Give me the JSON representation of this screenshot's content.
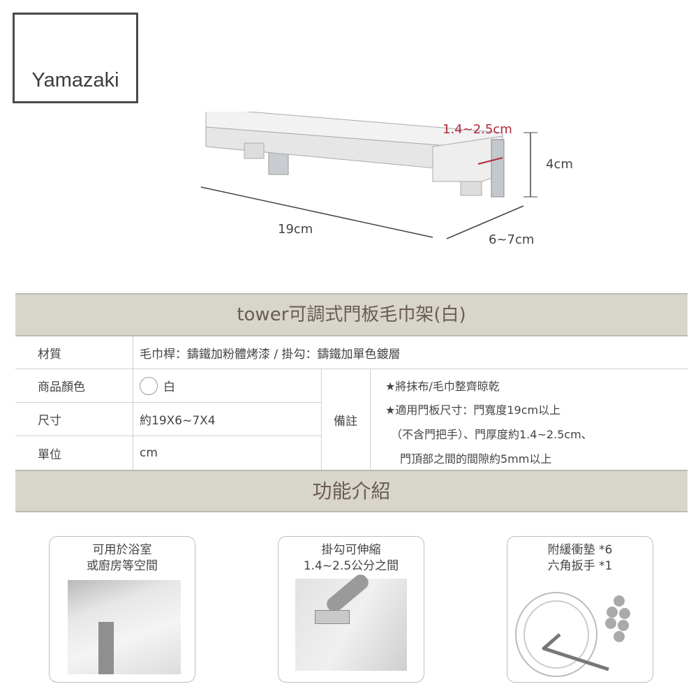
{
  "brand": "Yamazaki",
  "diagram": {
    "depth_label": "1.4~2.5cm",
    "height_label": "4cm",
    "width_label": "19cm",
    "length_label": "6~7cm",
    "accent_color": "#b0283a"
  },
  "product_title": "tower可調式門板毛巾架(白)",
  "specs": [
    {
      "label": "材質",
      "value": "毛巾桿：鑄鐵加粉體烤漆 / 掛勾：鑄鐵加單色鍍層"
    },
    {
      "label": "商品顏色",
      "value": "白"
    },
    {
      "label": "尺寸",
      "value": "約19X6~7X4"
    },
    {
      "label": "單位",
      "value": "cm"
    }
  ],
  "remarks_label": "備註",
  "remarks": [
    "★將抹布/毛巾整齊晾乾",
    "★適用門板尺寸：門寬度19cm以上",
    "（不含門把手）、門厚度約1.4~2.5cm、",
    "門頂部之間的間隙約5mm以上"
  ],
  "features_title": "功能介紹",
  "features": [
    {
      "line1": "可用於浴室",
      "line2": "或廚房等空間"
    },
    {
      "line1": "掛勾可伸縮",
      "line2": "1.4~2.5公分之間"
    },
    {
      "line1": "附緩衝墊 *6",
      "line2": "六角扳手 *1"
    }
  ]
}
